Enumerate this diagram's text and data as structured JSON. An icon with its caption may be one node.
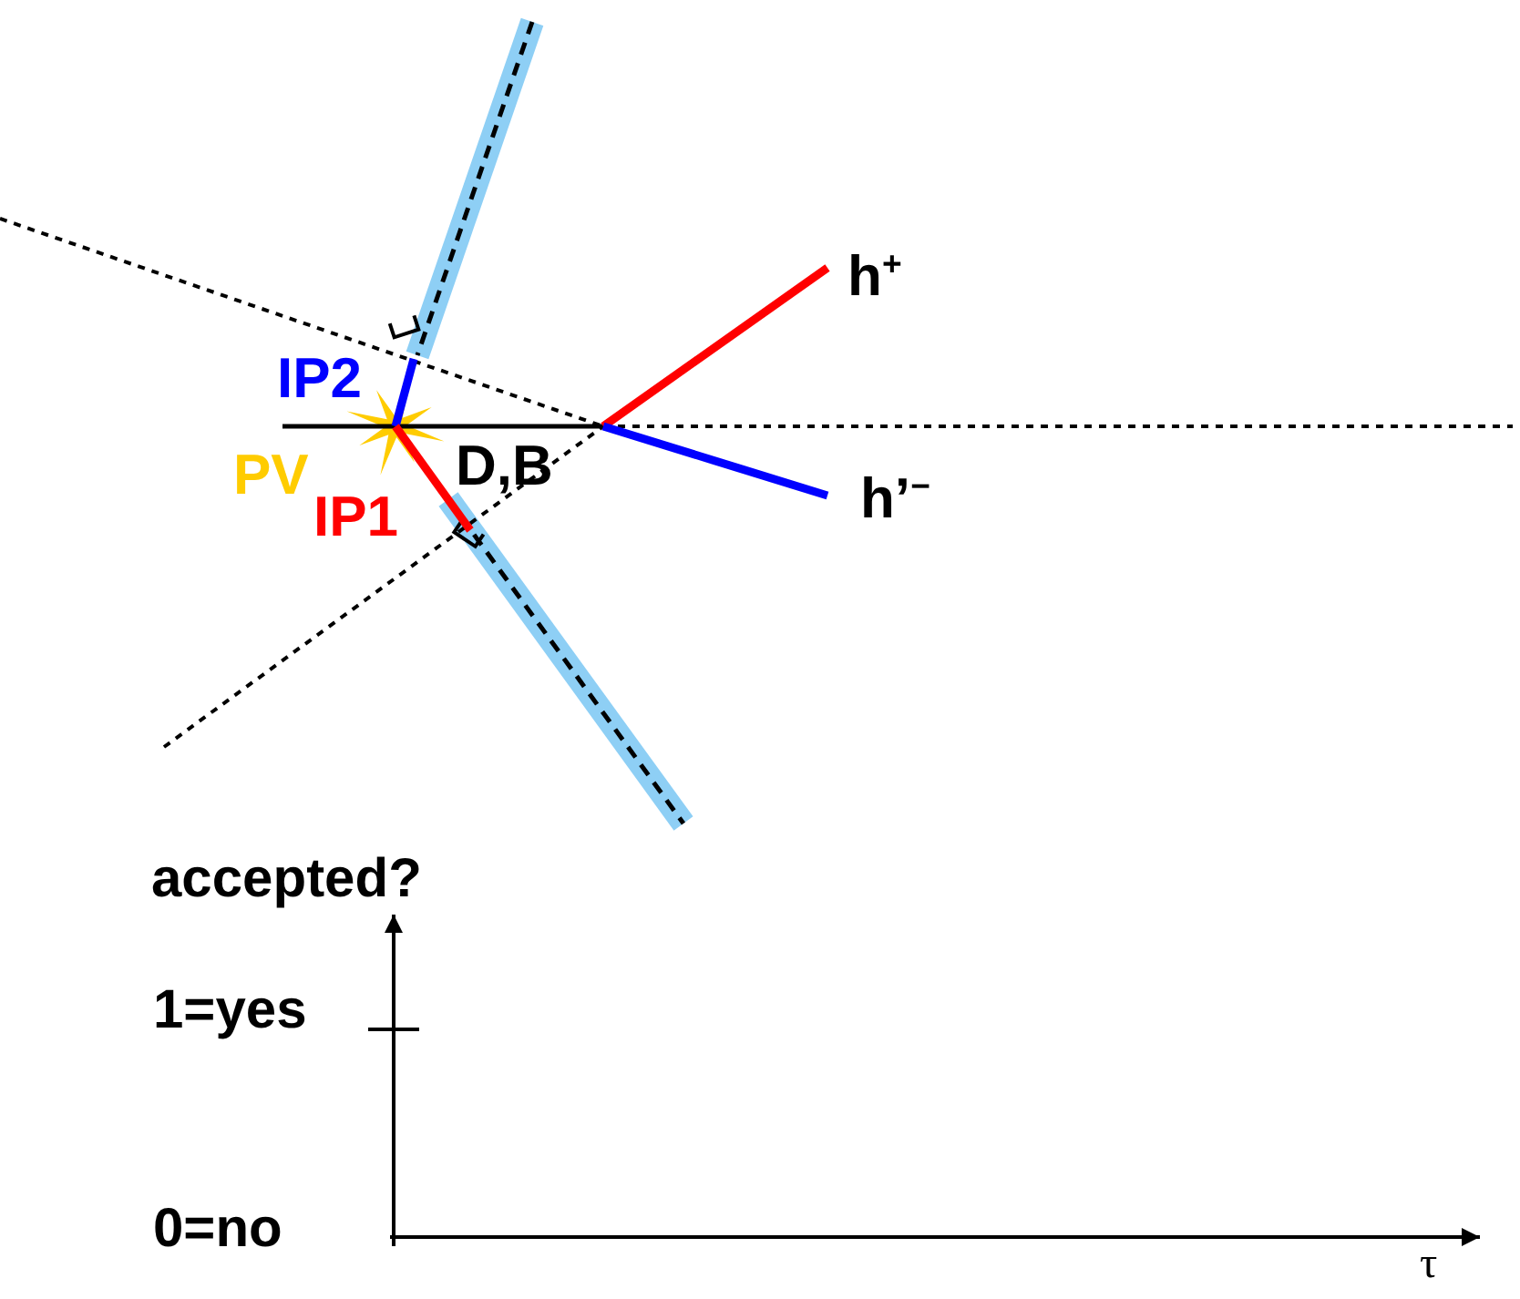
{
  "diagram": {
    "labels": [
      "h$^{+}$",
      "IP2",
      "PV",
      "D,B",
      "h’$^{−}$",
      "IP1",
      "accepted?",
      "1=yes",
      "0=no",
      "τ"
    ]
  }
}
